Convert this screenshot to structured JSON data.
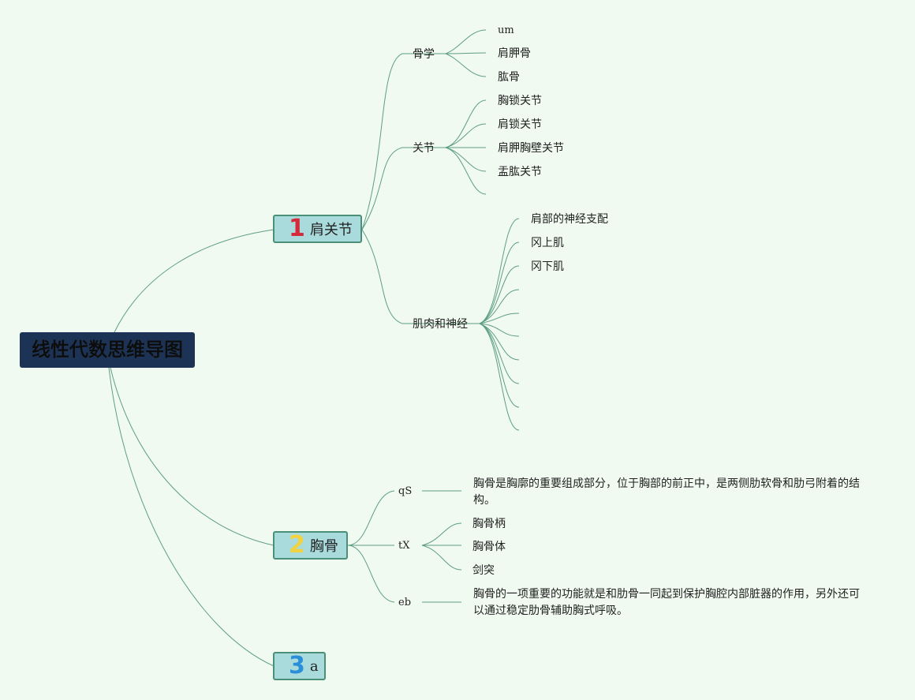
{
  "root": {
    "title": "线性代数思维导图"
  },
  "branches": [
    {
      "num": "1",
      "num_color": "#d42a3a",
      "label": "肩关节"
    },
    {
      "num": "2",
      "num_color": "#f3d23f",
      "label": "胸骨"
    },
    {
      "num": "3",
      "num_color": "#2b8ed8",
      "label": "a"
    }
  ],
  "shoulder": {
    "bone": {
      "label": "骨学",
      "items": [
        "um",
        "肩胛骨",
        "肱骨"
      ]
    },
    "joint": {
      "label": "关节",
      "items": [
        "胸锁关节",
        "肩锁关节",
        "肩胛胸壁关节",
        "盂肱关节"
      ]
    },
    "muscle": {
      "label": "肌肉和神经",
      "items": [
        "肩部的神经支配",
        "冈上肌",
        "冈下肌"
      ]
    }
  },
  "sternum": {
    "qs": {
      "label": "qS",
      "text": "胸骨是胸廓的重要组成部分，位于胸部的前正中，是两侧肋软骨和肋弓附着的结构。"
    },
    "tx": {
      "label": "tX",
      "items": [
        "胸骨柄",
        "胸骨体",
        "剑突"
      ]
    },
    "eb": {
      "label": "eb",
      "text": "胸骨的一项重要的功能就是和肋骨一同起到保护胸腔内部脏器的作用，另外还可以通过稳定肋骨辅助胸式呼吸。"
    }
  },
  "colors": {
    "background": "#f0faf1",
    "root": "#1c3355",
    "node": "#a9dbdc",
    "node_border": "#4a8f78",
    "line": "#5e9e82"
  }
}
